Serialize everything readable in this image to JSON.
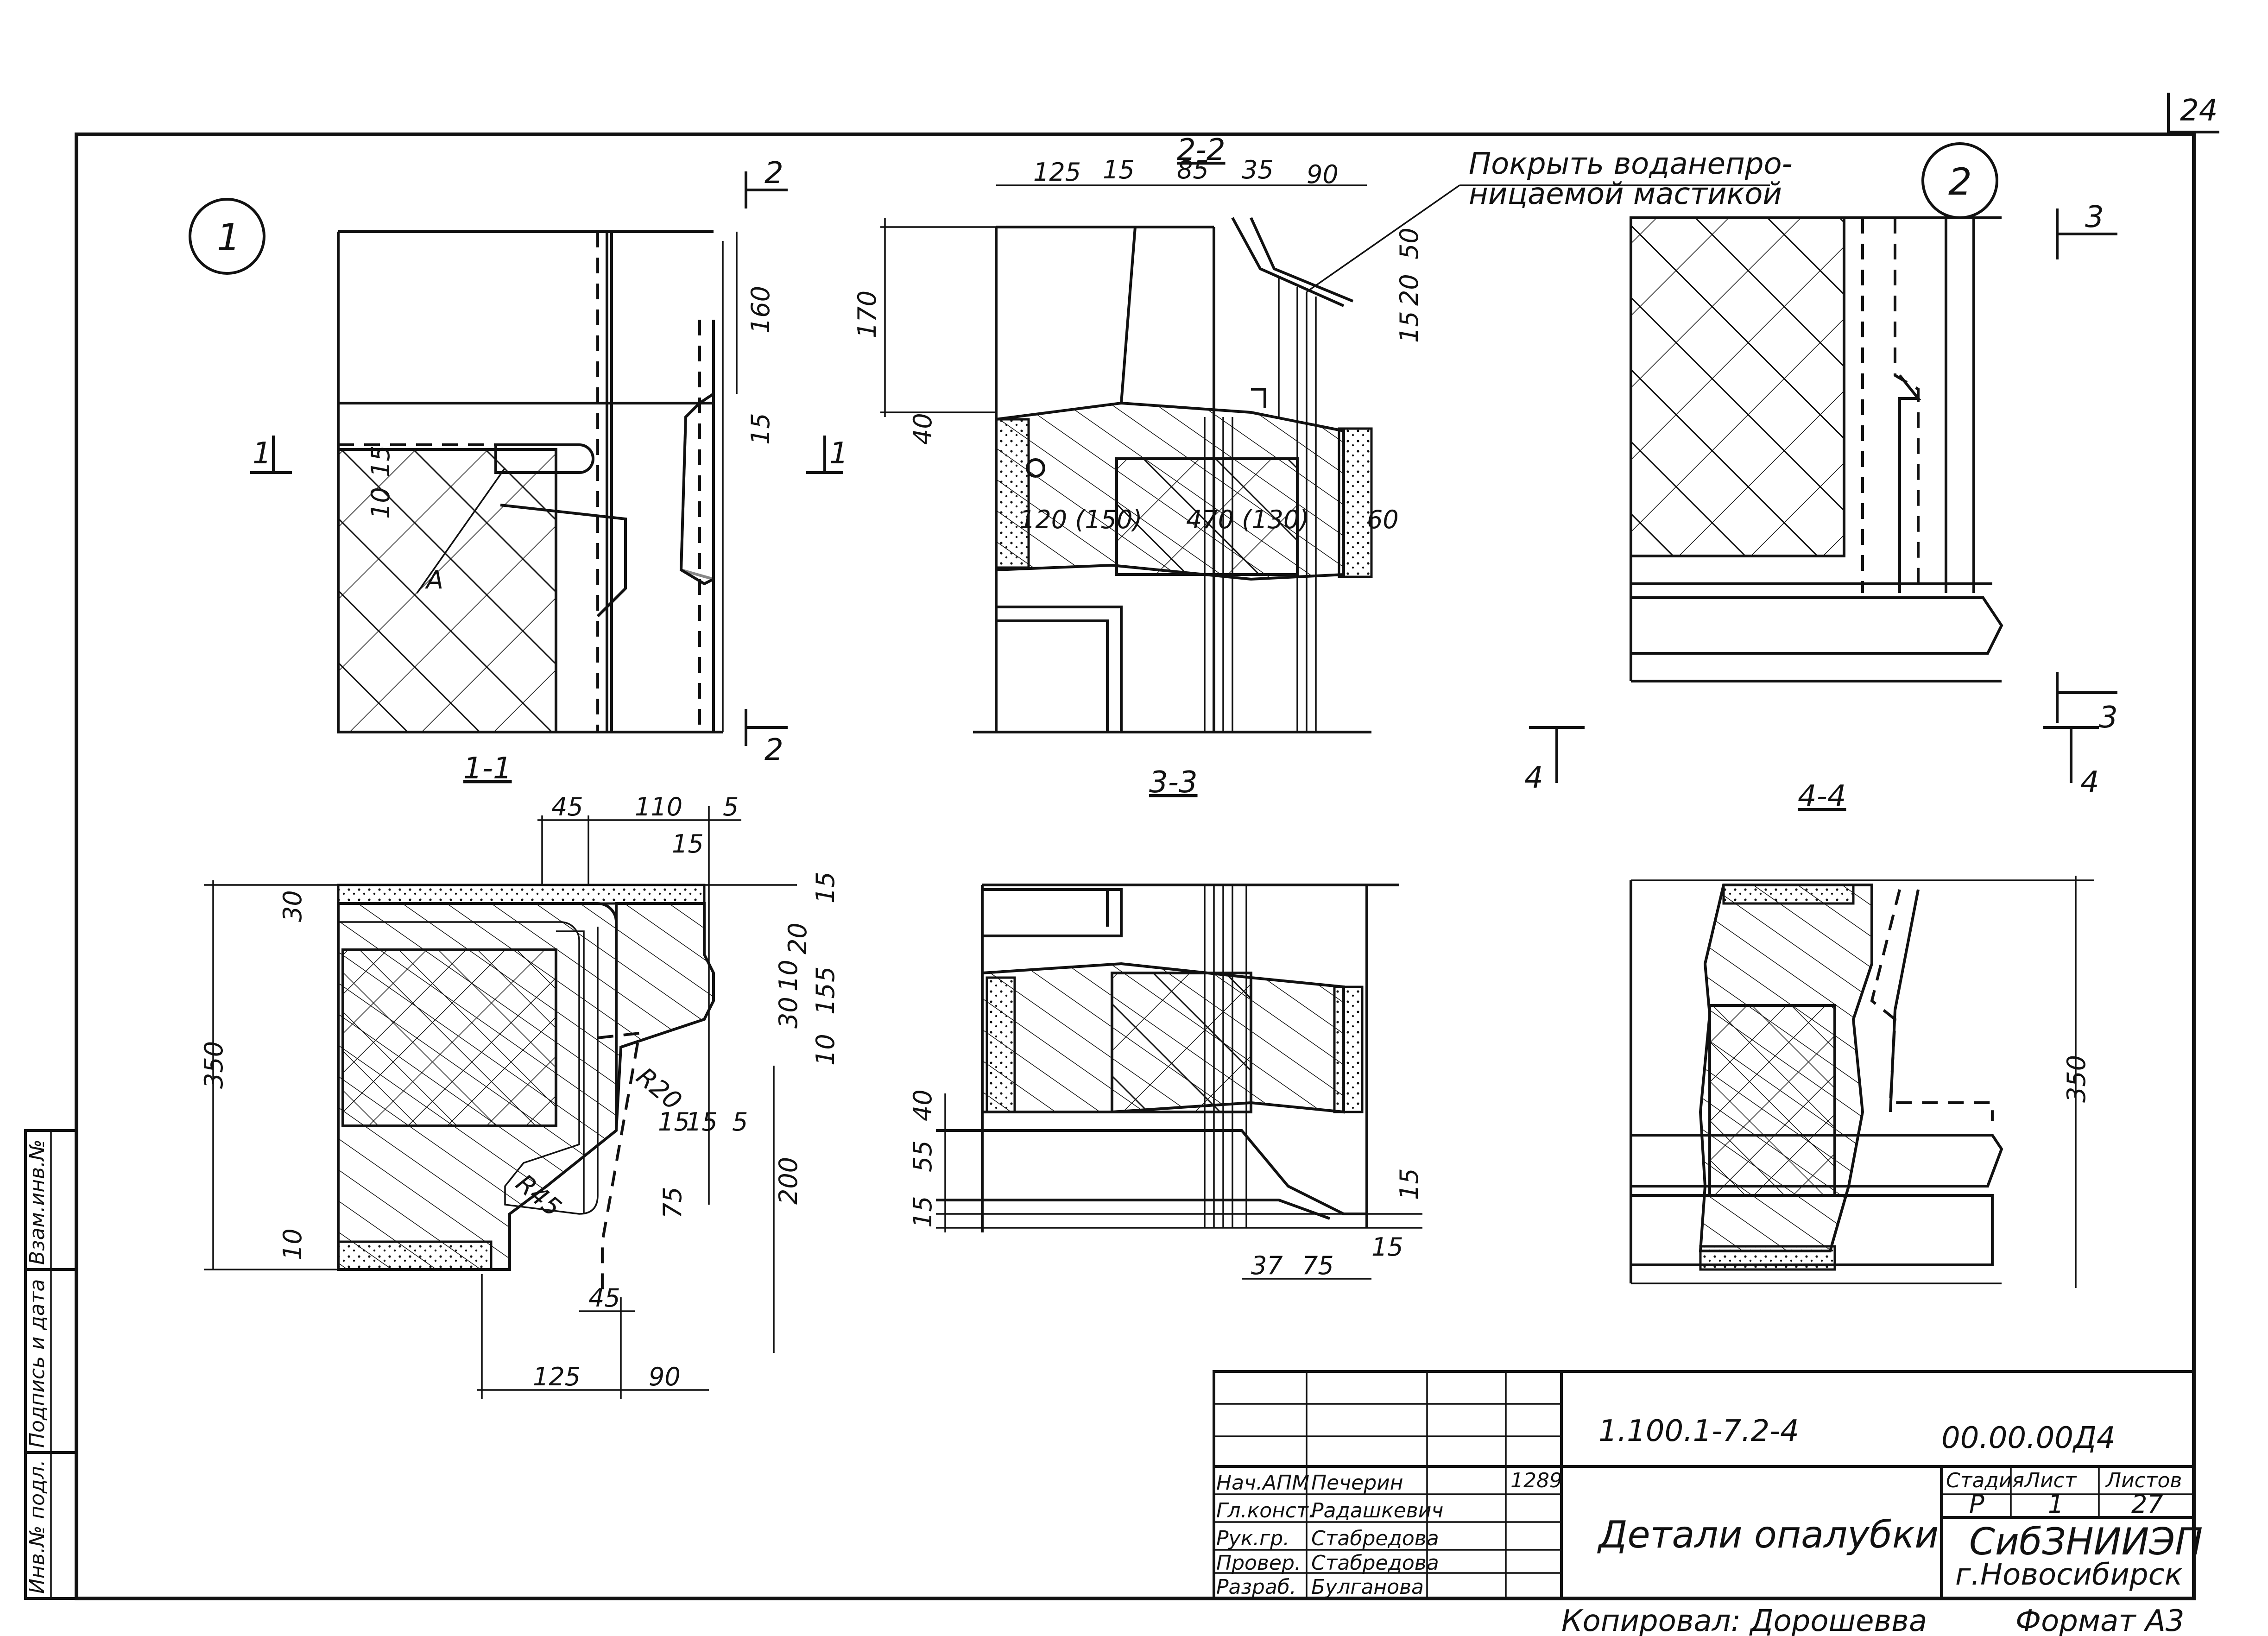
{
  "sheet": {
    "page_number": "24",
    "callout_left": "1",
    "callout_right": "2",
    "note": "Покрыть воданепро-\nницаемой мастикой",
    "copied_by": "Копировал: Дорошевва",
    "format": "Формат А3"
  },
  "sections": {
    "s11": "1-1",
    "s22": "2-2",
    "s33": "3-3",
    "s44": "4-4",
    "mark1": "1",
    "mark2": "2",
    "mark3": "3",
    "mark4": "4"
  },
  "dims": {
    "d125": "125",
    "d15": "15",
    "d85": "85",
    "d35": "35",
    "d90": "90",
    "d160": "160",
    "d170": "170",
    "d40": "40",
    "d50": "50",
    "d20": "20",
    "d120": "120 (150)",
    "d470": "470 (130)",
    "d60": "60",
    "d45": "45",
    "d110": "110",
    "d5": "5",
    "d30": "30",
    "d350": "350",
    "d10": "10",
    "d200": "200",
    "d75": "75",
    "dR20": "R20",
    "dR45": "R45",
    "d55": "55",
    "d37": "37",
    "dA": "А"
  },
  "side_stamp": {
    "col1": "Инв.№ подл.",
    "col2": "Подпись и дата",
    "col3": "Взам.инв.№"
  },
  "title_block": {
    "doc_code": "1.100.1-7.2-4",
    "drawing_code": "00.00.00Д4",
    "title": "Детали опалубки",
    "org": "СибЗНИИЭП",
    "city": "г.Новосибирск",
    "stage_hdr": "Стадия",
    "sheet_hdr": "Лист",
    "sheets_hdr": "Листов",
    "stage": "Р",
    "sheet": "1",
    "sheets": "27",
    "code_1289": "1289",
    "roles": [
      {
        "role": "Нач.АПМ",
        "name": "Печерин"
      },
      {
        "role": "Гл.конст.",
        "name": "Радашкевич"
      },
      {
        "role": "Рук.гр.",
        "name": "Стабредова"
      },
      {
        "role": "Провер.",
        "name": "Стабредова"
      },
      {
        "role": "Разраб.",
        "name": "Булганова"
      }
    ]
  },
  "colors": {
    "ink": "#111111",
    "paper": "#ffffff"
  }
}
